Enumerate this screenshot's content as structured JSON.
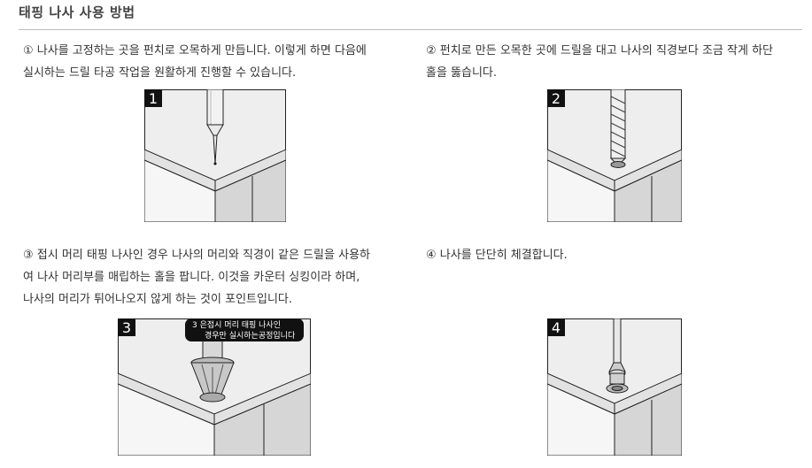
{
  "title": "태핑 나사 사용 방법",
  "steps": [
    {
      "lines": [
        "① 나사를 고정하는 곳을 펀치로 오목하게 만듭니다. 이렇게 하면 다음에",
        "실시하는 드릴 타공 작업을 원활하게 진행할 수 있습니다."
      ],
      "badge": "1"
    },
    {
      "lines": [
        "② 펀치로 만든 오목한 곳에 드릴을 대고 나사의 직경보다 조금 작게 하단",
        "홀을 뚫습니다."
      ],
      "badge": "2"
    },
    {
      "lines": [
        "③ 접시 머리 태핑 나사인 경우 나사의 머리와 직경이 같은 드릴을 사용하",
        "여 나사 머리부를 매립하는 홀을 팝니다. 이것을 카운터 싱킹이라 하며,",
        "나사의 머리가 튀어나오지 않게 하는 것이 포인트입니다."
      ],
      "badge": "3",
      "note": [
        "3 은접시 머리 태핑 나사인",
        "경우만 실시하는공정입니다"
      ]
    },
    {
      "lines": [
        "④ 나사를 단단히 체결합니다."
      ],
      "badge": "4"
    }
  ]
}
